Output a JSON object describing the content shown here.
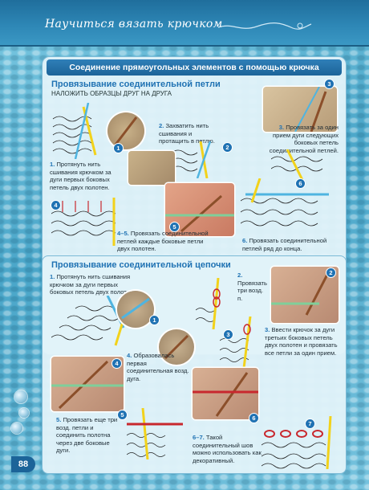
{
  "header": {
    "title": "Научиться вязать крючком"
  },
  "main_title": "Соединение прямоугольных элементов с помощью крючка",
  "section1": {
    "title": "Провязывание соединительной петли",
    "subtitle": "Наложить образцы друг на друга",
    "captions": {
      "c1_num": "1.",
      "c1": "Протянуть нить сшивания крючком за дуги первых боковых петель двух полотен.",
      "c2_num": "2.",
      "c2": "Захватить нить сшивания и протащить в петлю.",
      "c3_num": "3.",
      "c3": "Провязать за один прием дуги следующих боковых петель соединительной петлей.",
      "c45_num": "4–5.",
      "c45": "Провязать соединительной петлей каждые боковые петли двух полотен.",
      "c6_num": "6.",
      "c6": "Провязать соединительной петлей ряд до конца."
    }
  },
  "section2": {
    "title": "Провязывание соединительной цепочки",
    "captions": {
      "c1_num": "1.",
      "c1": "Протянуть нить сшивания крючком за дуги первых боковых петель двух полотен.",
      "c2_num": "2.",
      "c2": "Провязать три возд. п.",
      "c3_num": "3.",
      "c3": "Ввести крючок за дуги третьих боковых петель двух полотен и провязать все петли за один прием.",
      "c4_num": "4.",
      "c4": "Образовалась первая соединительная возд. дуга.",
      "c5_num": "5.",
      "c5": "Провязать еще три возд. петли и соединить полотна через две боковые дуги.",
      "c67_num": "6–7.",
      "c67": "Такой соединительный шов можно использовать как декоративный."
    }
  },
  "badges": [
    "1",
    "2",
    "3",
    "4",
    "5",
    "6",
    "1",
    "2",
    "3",
    "4",
    "5",
    "6",
    "7"
  ],
  "page_number": "88",
  "colors": {
    "accent": "#1f72b3",
    "header": "#2d86b5",
    "yarn_yellow": "#f2d21b",
    "yarn_blue": "#4fb4e0",
    "yarn_red": "#c8282e"
  }
}
